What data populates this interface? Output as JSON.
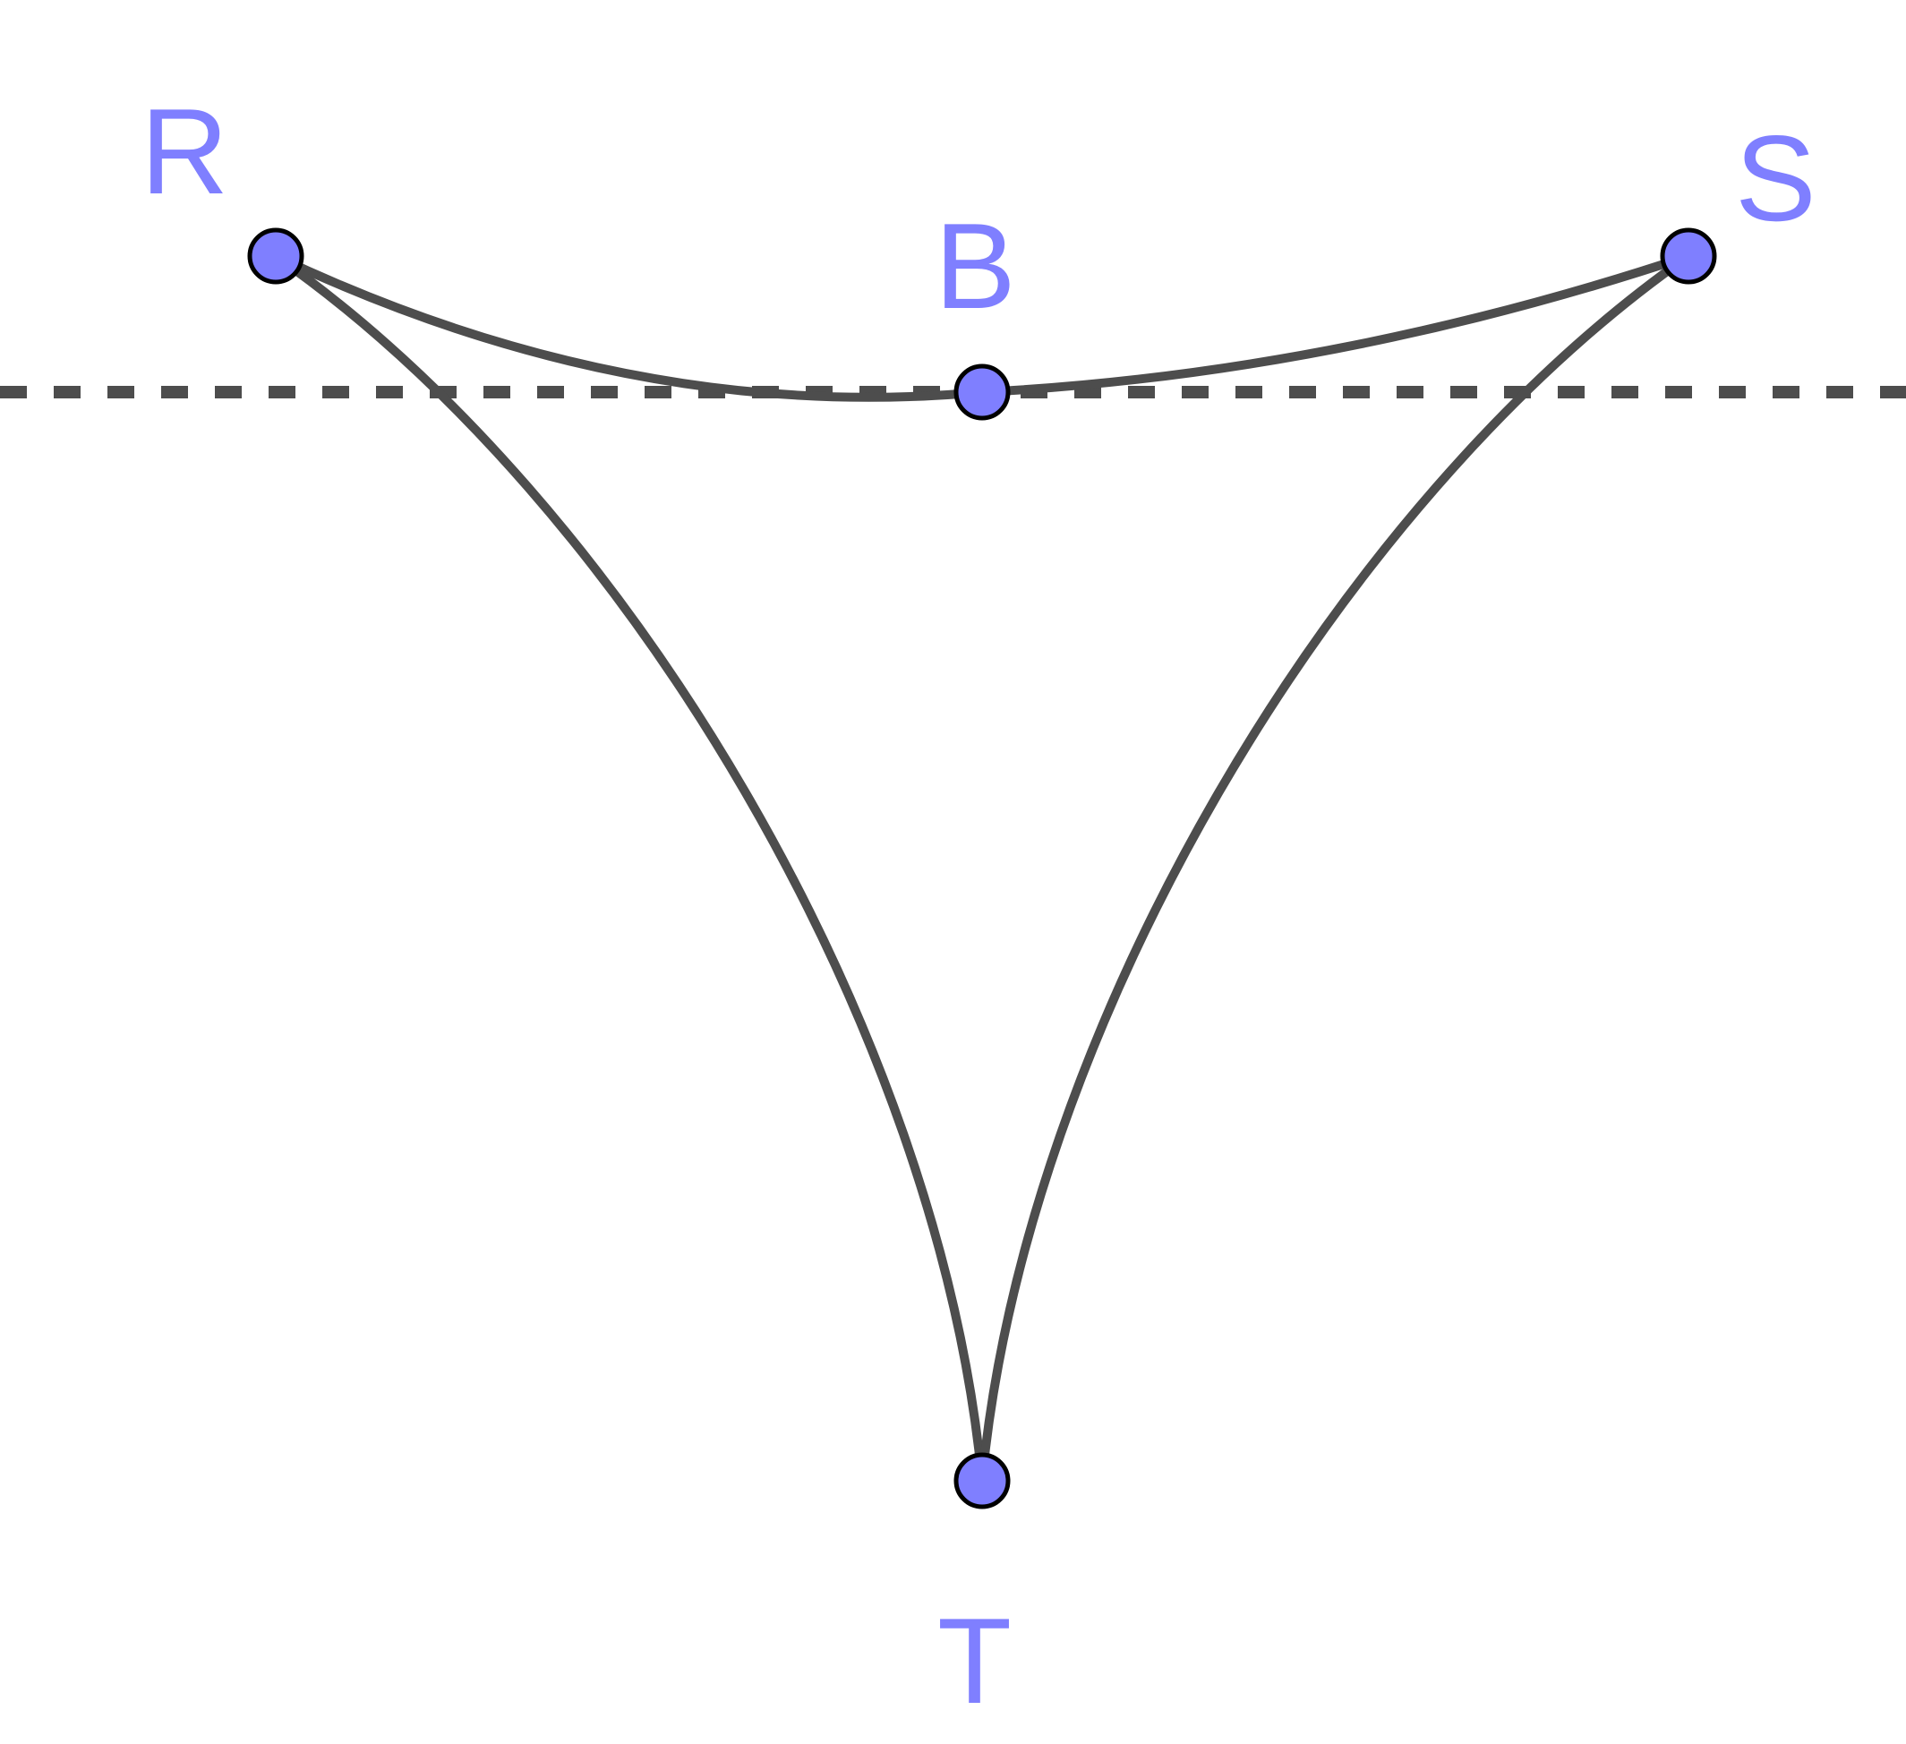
{
  "diagram": {
    "colors": {
      "stroke": "#4d4d4d",
      "point_fill": "#7f7fff",
      "point_stroke": "#000000",
      "label": "#7f7fff",
      "background": "#ffffff"
    },
    "points": {
      "R": {
        "label": "R"
      },
      "S": {
        "label": "S"
      },
      "B": {
        "label": "B"
      },
      "T": {
        "label": "T"
      }
    }
  }
}
